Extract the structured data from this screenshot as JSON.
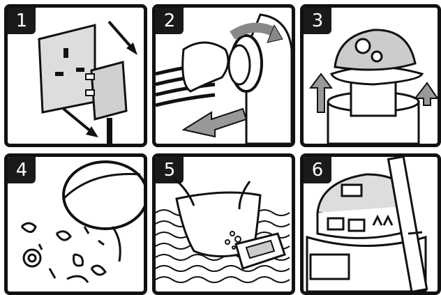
{
  "panels": [
    {
      "number": "1",
      "illustration_icon": "unplug-socket-icon"
    },
    {
      "number": "2",
      "illustration_icon": "detach-hose-icon"
    },
    {
      "number": "3",
      "illustration_icon": "lift-motor-head-icon"
    },
    {
      "number": "4",
      "illustration_icon": "empty-drum-icon"
    },
    {
      "number": "5",
      "illustration_icon": "wash-filter-icon"
    },
    {
      "number": "6",
      "illustration_icon": "reassemble-vacuum-icon"
    }
  ]
}
